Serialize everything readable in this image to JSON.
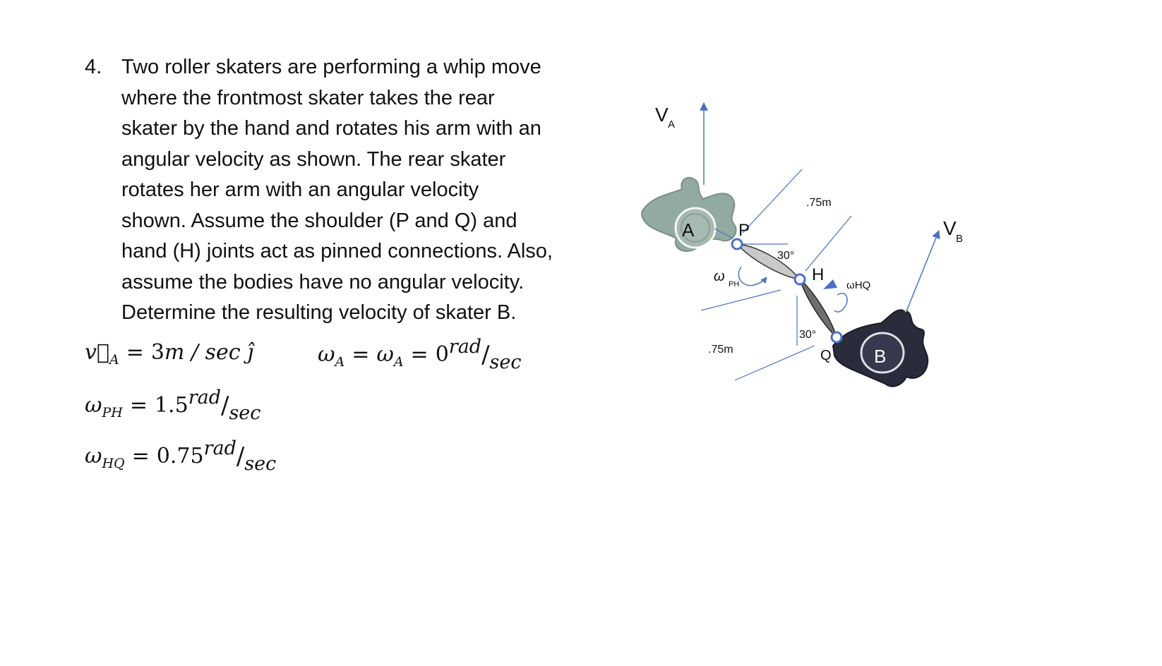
{
  "problem": {
    "number": "4.",
    "lines": [
      "Two roller skaters are performing a whip move",
      "where the frontmost skater takes the rear",
      "skater by the hand and rotates his arm with an",
      "angular velocity as shown.  The rear skater",
      "rotates her arm with an angular velocity",
      "shown.  Assume the shoulder (P and Q) and",
      "hand (H) joints act as pinned connections.  Also,",
      "assume the bodies have no angular velocity.",
      "Determine the resulting velocity of skater B."
    ]
  },
  "equations": {
    "va": {
      "symbol": "v⃗",
      "sub": "A",
      "value": "3",
      "unit": "m / sec ĵ"
    },
    "wa": {
      "symbol": "ω",
      "sub1": "A",
      "sub2": "A",
      "value": "0",
      "num": "rad",
      "den": "sec"
    },
    "wph": {
      "symbol": "ω",
      "sub": "PH",
      "value": "1.5",
      "num": "rad",
      "den": "sec"
    },
    "whq": {
      "symbol": "ω",
      "sub": "HQ",
      "value": "0.75",
      "num": "rad",
      "den": "sec"
    }
  },
  "diagram": {
    "va_label": "V",
    "va_sub": "A",
    "vb_label": "V",
    "vb_sub": "B",
    "skater_a": "A",
    "skater_b": "B",
    "point_p": "P",
    "point_h": "H",
    "point_q": "Q",
    "angle_top": "30°",
    "angle_bottom": "30°",
    "length_top": ".75m",
    "length_bottom": ".75m",
    "omega_ph": "ω",
    "omega_ph_sub": "PH",
    "omega_hq": "ωHQ",
    "colors": {
      "arrow": "#4a72c4",
      "skater_a": "#93aaa2",
      "skater_b": "#2a2c3c",
      "arm_a": "#c9c9c9",
      "arm_b": "#6f6f6f"
    }
  }
}
